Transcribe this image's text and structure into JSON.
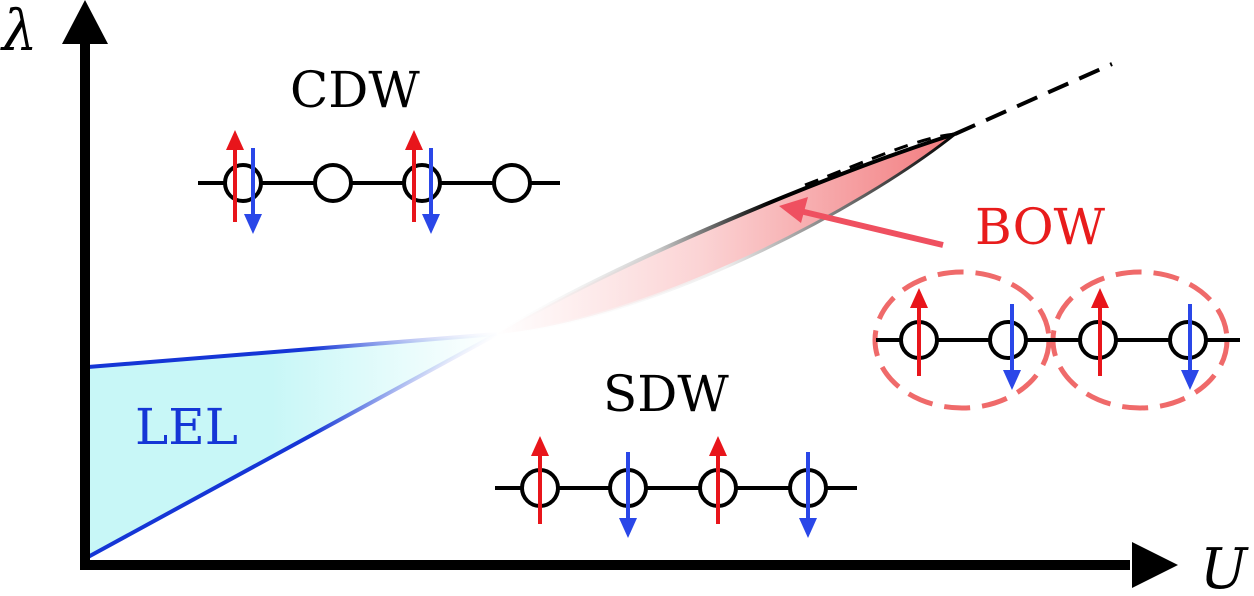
{
  "axes": {
    "y_label": "λ",
    "x_label": "U"
  },
  "phases": {
    "cdw": "CDW",
    "sdw": "SDW",
    "bow": "BOW",
    "lel": "LEL"
  },
  "colors": {
    "axis": "#000000",
    "spin_up": "#e8151b",
    "spin_down": "#2a47e8",
    "lel_fill": "#c8f7f7",
    "lel_line": "#1536d6",
    "bow_fill": "#f58a8c",
    "bow_label": "#e81c1c",
    "bow_arrow": "#ef5060",
    "bow_dash": "#ef6a6a"
  }
}
